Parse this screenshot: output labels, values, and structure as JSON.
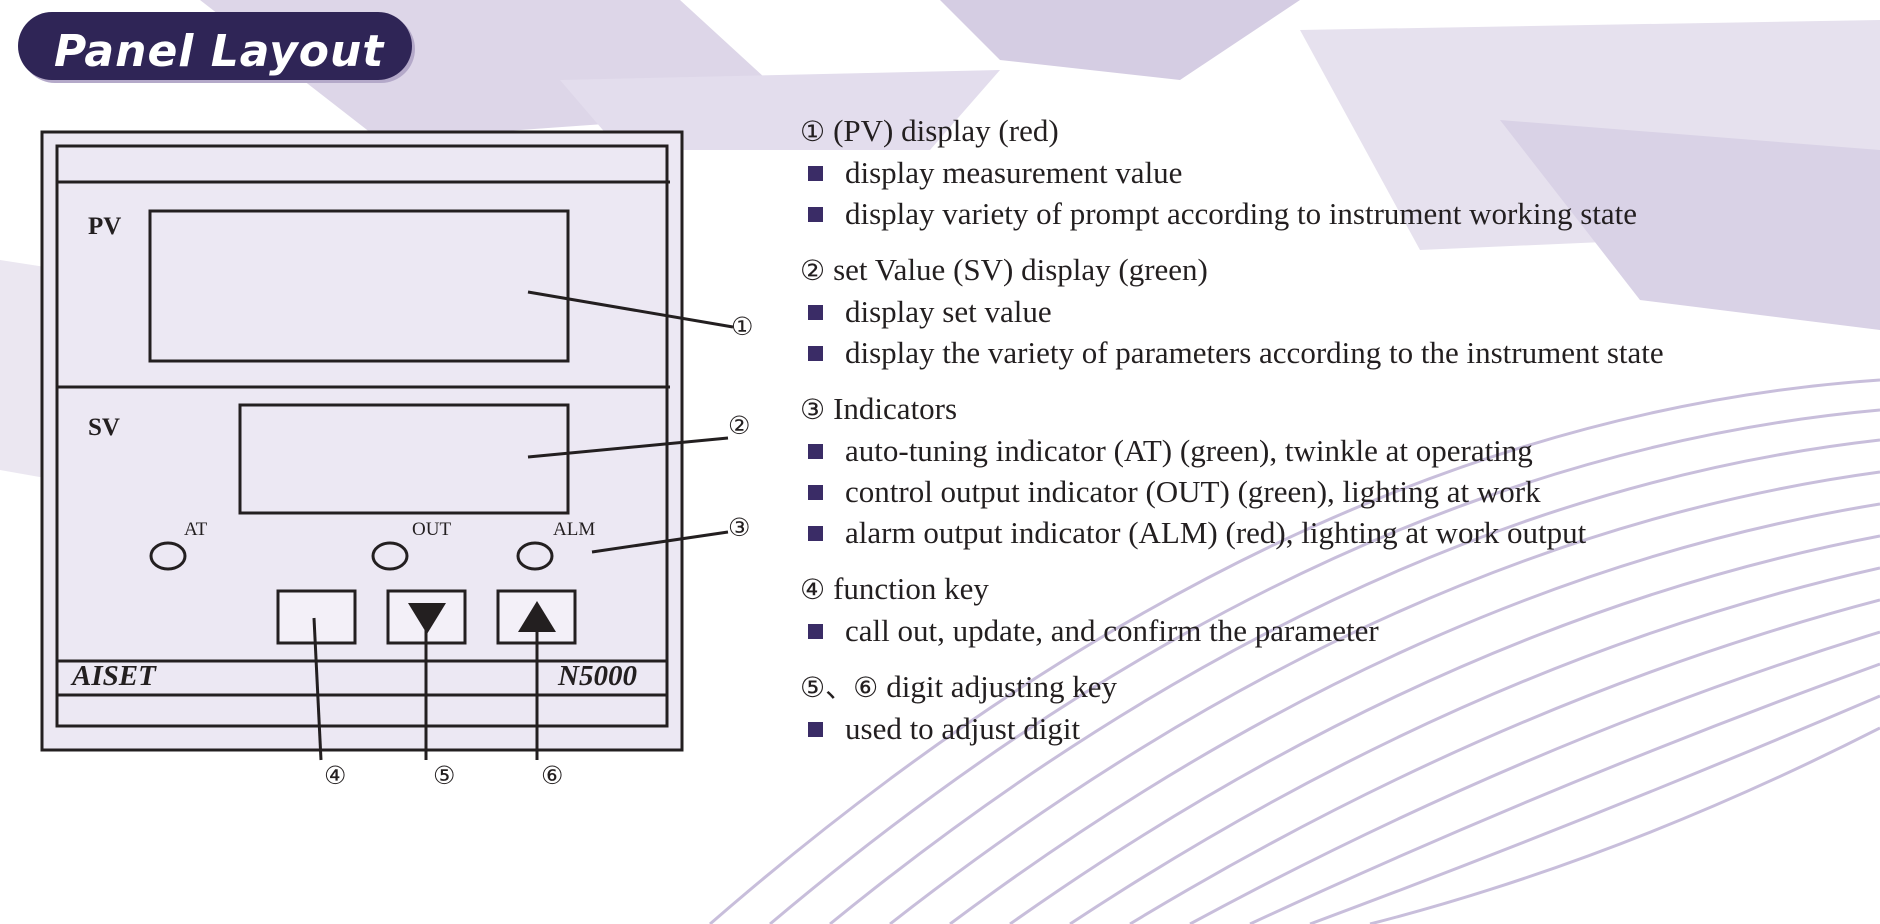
{
  "header": {
    "title": "Panel Layout"
  },
  "colors": {
    "badge": "#2f2556",
    "panel_fill": "#ece8f3",
    "bullet": "#3a2c66",
    "ink": "#231f20"
  },
  "panel": {
    "pv_label": "PV",
    "sv_label": "SV",
    "indicators": {
      "at": "AT",
      "out": "OUT",
      "alm": "ALM"
    },
    "brand": "AISET",
    "model": "N5000",
    "keys": {
      "function": "function-key-blank",
      "down": "down-triangle-icon",
      "up": "up-triangle-icon"
    },
    "callouts": [
      "①",
      "②",
      "③",
      "④",
      "⑤",
      "⑥"
    ]
  },
  "descriptions": [
    {
      "number": "①",
      "heading": "(PV) display (red)",
      "bullets": [
        "display measurement value",
        "display variety of prompt according to instrument working state"
      ]
    },
    {
      "number": "②",
      "heading": "set Value (SV) display (green)",
      "bullets": [
        "display set value",
        "display the variety of parameters according to the instrument state"
      ]
    },
    {
      "number": "③",
      "heading": "Indicators",
      "bullets": [
        "auto-tuning indicator (AT) (green), twinkle at operating",
        "control output indicator (OUT) (green), lighting at work",
        "alarm output indicator (ALM) (red), lighting at work output"
      ]
    },
    {
      "number": "④",
      "heading": "function key",
      "bullets": [
        "call out, update, and confirm the parameter"
      ]
    },
    {
      "number": "⑤、⑥",
      "heading": "digit adjusting key",
      "bullets": [
        "used to adjust digit"
      ]
    }
  ]
}
